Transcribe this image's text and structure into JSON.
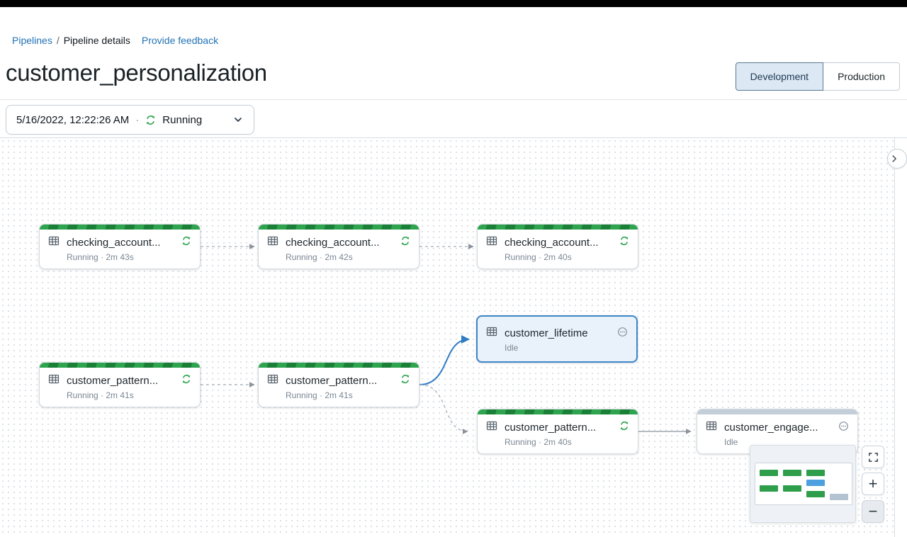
{
  "page": {
    "breadcrumb": {
      "pipelines": "Pipelines",
      "separator": "/",
      "current": "Pipeline details",
      "feedback": "Provide feedback"
    },
    "title": "customer_personalization",
    "env": {
      "development": "Development",
      "production": "Production",
      "selected": "Development"
    },
    "run": {
      "timestamp": "5/16/2022, 12:22:26 AM",
      "dot": "·",
      "status": "Running"
    }
  },
  "graph": {
    "nodes": [
      {
        "title": "checking_account...",
        "status": "Running · 2m 43s",
        "state": "running"
      },
      {
        "title": "checking_account...",
        "status": "Running · 2m 42s",
        "state": "running"
      },
      {
        "title": "checking_account...",
        "status": "Running · 2m 40s",
        "state": "running"
      },
      {
        "title": "customer_pattern...",
        "status": "Running · 2m 41s",
        "state": "running"
      },
      {
        "title": "customer_pattern...",
        "status": "Running · 2m 41s",
        "state": "running"
      },
      {
        "title": "customer_lifetime",
        "status": "Idle",
        "state": "idle",
        "selected": true
      },
      {
        "title": "customer_pattern...",
        "status": "Running · 2m 40s",
        "state": "running"
      },
      {
        "title": "customer_engage...",
        "status": "Idle",
        "state": "idle"
      }
    ]
  },
  "controls": {
    "zoom_in": "+",
    "zoom_out": "−"
  },
  "colors": {
    "link_blue": "#2272b4",
    "running_green": "#2ea44f",
    "running_green_dark": "#1a7f37",
    "selected_blue": "#3e86c7",
    "edge_gray": "#a7afb8",
    "edge_blue": "#2f7cc4",
    "idle_strip": "#c3ced9",
    "minimap_green": "#2e9e4a",
    "minimap_blue": "#4da0e0",
    "minimap_gray": "#b4c3d1"
  }
}
